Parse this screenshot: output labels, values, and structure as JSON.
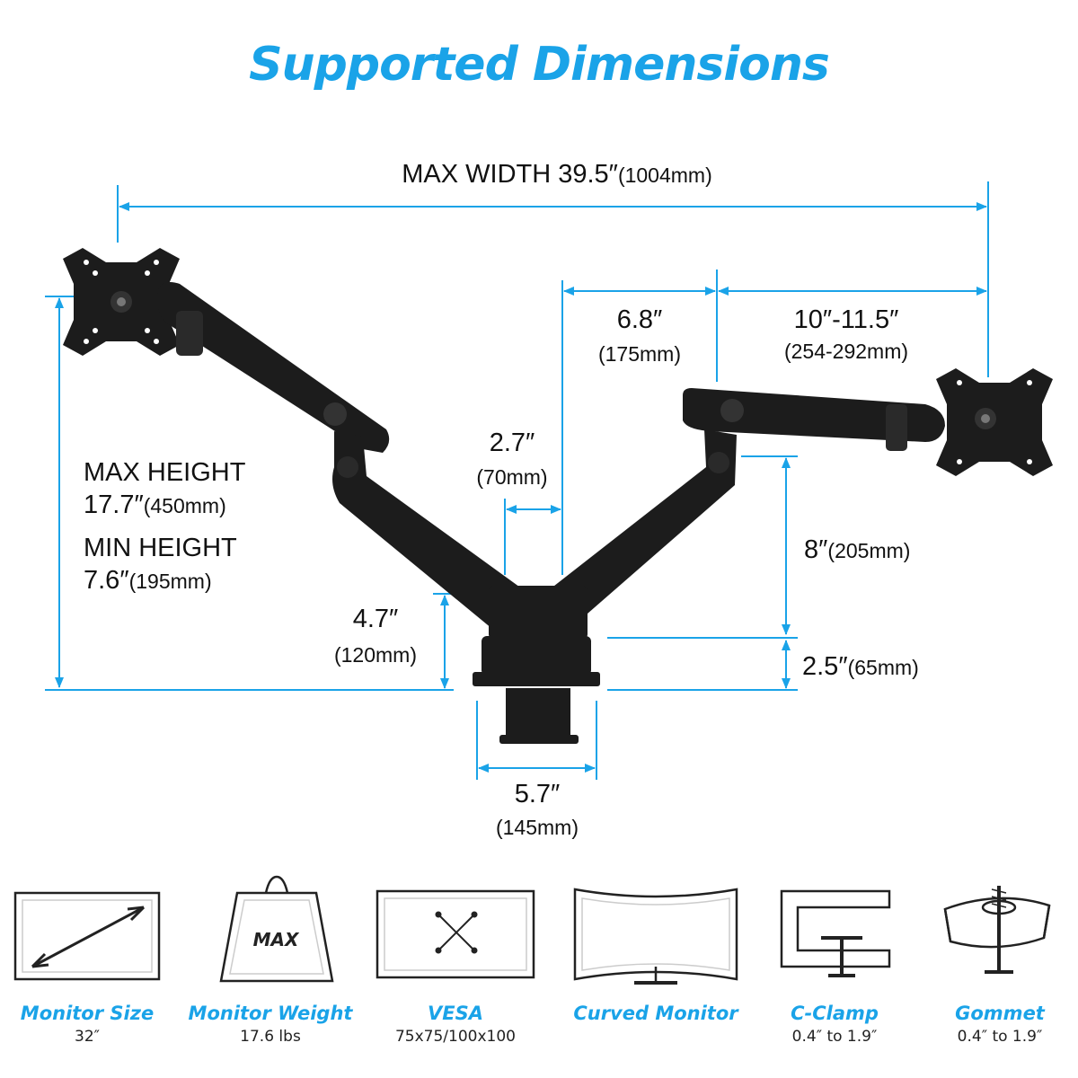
{
  "title": "Supported Dimensions",
  "dimensions": {
    "max_width": "MAX WIDTH 39.5″",
    "max_width_mm": "(1004mm)",
    "arm_segment": "6.8″",
    "arm_segment_mm": "(175mm)",
    "extension": "10″-11.5″",
    "extension_mm": "(254-292mm)",
    "offset": "2.7″",
    "offset_mm": "(70mm)",
    "max_height_label": "MAX HEIGHT",
    "max_height_value": "17.7″",
    "max_height_mm": "(450mm)",
    "min_height_label": "MIN HEIGHT",
    "min_height_value": "7.6″",
    "min_height_mm": "(195mm)",
    "pole_height": "4.7″",
    "pole_height_mm": "(120mm)",
    "arm_rise": "8″",
    "arm_rise_mm": "(205mm)",
    "base_height": "2.5″",
    "base_height_mm": "(65mm)",
    "base_width": "5.7″",
    "base_width_mm": "(145mm)"
  },
  "features": [
    {
      "label": "Monitor Size",
      "value": "32″",
      "icon": "monitor-size-icon"
    },
    {
      "label": "Monitor Weight",
      "value": "17.6 lbs",
      "icon": "weight-icon",
      "icon_text": "MAX"
    },
    {
      "label": "VESA",
      "value": "75x75/100x100",
      "icon": "vesa-icon"
    },
    {
      "label": "Curved Monitor",
      "value": "",
      "icon": "curved-monitor-icon"
    },
    {
      "label": "C-Clamp",
      "value": "0.4″ to 1.9″",
      "icon": "c-clamp-icon"
    },
    {
      "label": "Gommet",
      "value": "0.4″ to 1.9″",
      "icon": "grommet-icon"
    }
  ],
  "colors": {
    "accent": "#1aa3e8",
    "arm": "#1c1c1c"
  }
}
